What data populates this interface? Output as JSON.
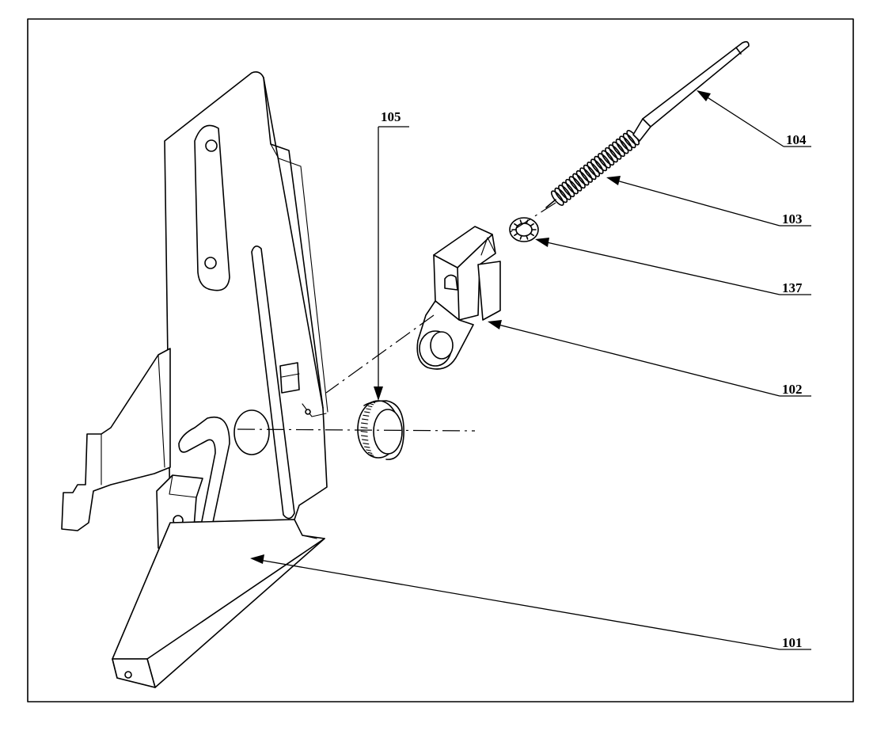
{
  "parts": [
    {
      "id": "101",
      "label": "101"
    },
    {
      "id": "102",
      "label": "102"
    },
    {
      "id": "103",
      "label": "103"
    },
    {
      "id": "104",
      "label": "104"
    },
    {
      "id": "105",
      "label": "105"
    },
    {
      "id": "137",
      "label": "137"
    }
  ]
}
